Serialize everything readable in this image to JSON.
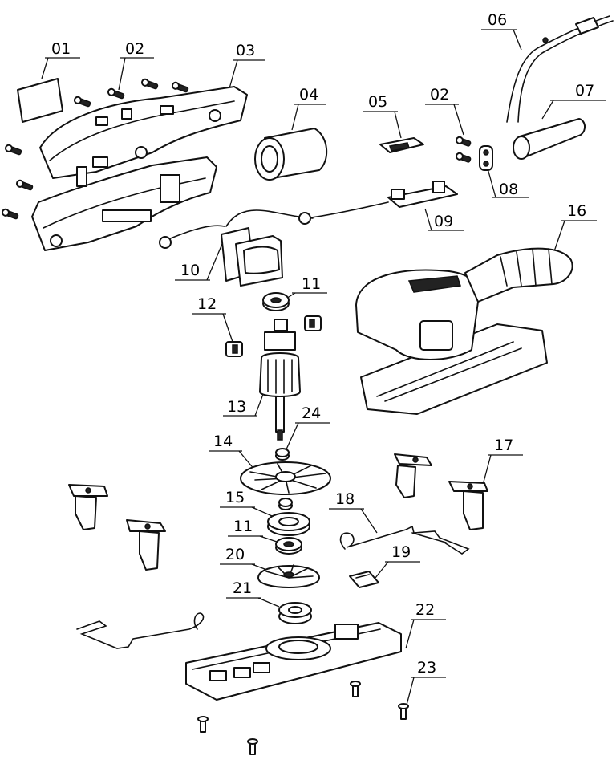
{
  "labels": {
    "01": "01",
    "02": "02",
    "03": "03",
    "04": "04",
    "05": "05",
    "02b": "02",
    "06": "06",
    "07": "07",
    "08": "08",
    "09": "09",
    "10": "10",
    "11": "11",
    "12": "12",
    "13": "13",
    "14": "14",
    "15": "15",
    "11b": "11",
    "16": "16",
    "17": "17",
    "18": "18",
    "19": "19",
    "20": "20",
    "21": "21",
    "22": "22",
    "23": "23",
    "24": "24"
  },
  "colors": {
    "ink": "#111111",
    "background": "#ffffff"
  }
}
